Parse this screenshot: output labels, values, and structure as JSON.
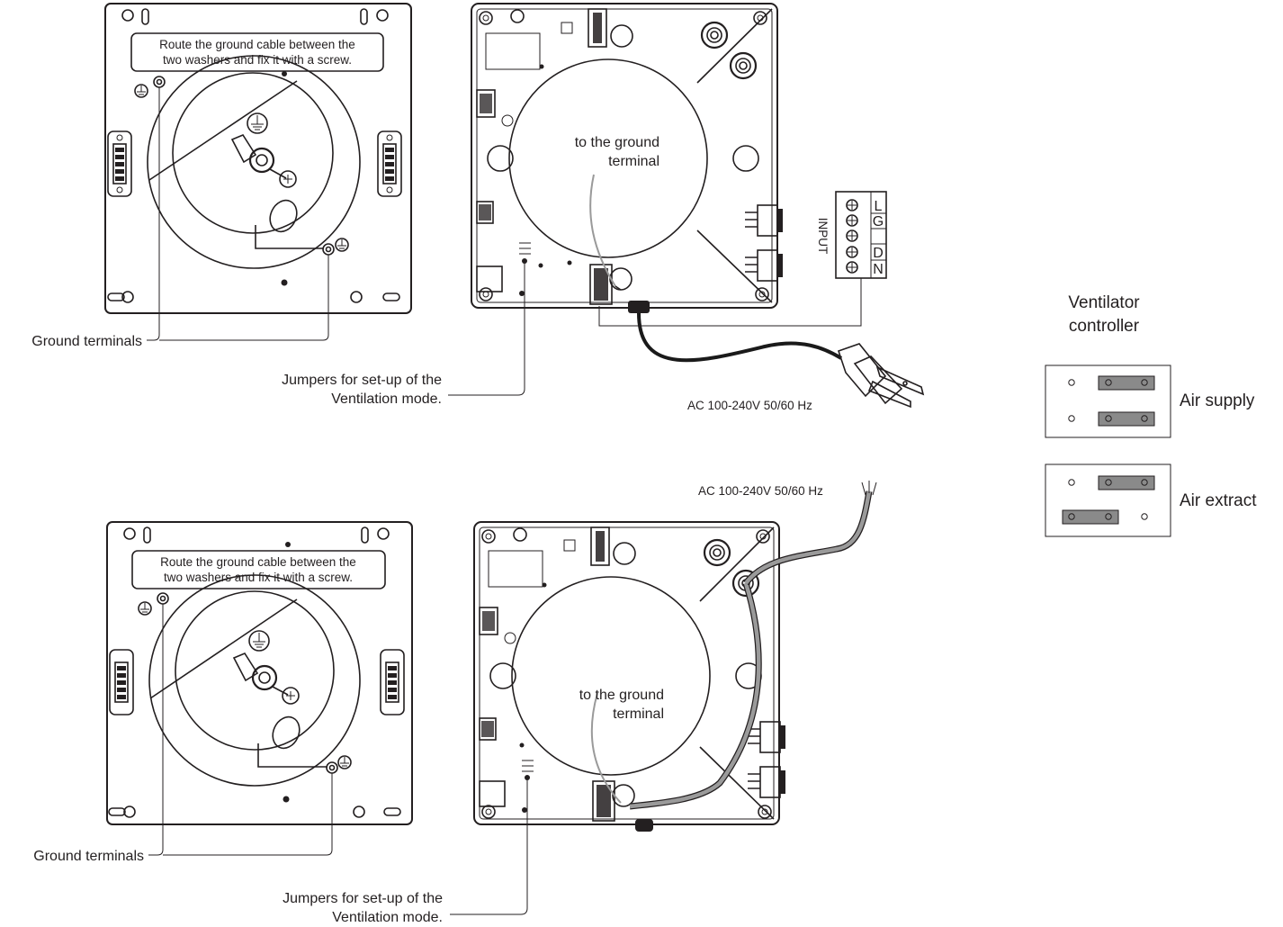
{
  "callouts": {
    "top": {
      "route_note_line1": "Route the ground cable between the",
      "route_note_line2": "two washers and fix it with a screw.",
      "ground_terminals": "Ground terminals",
      "jumpers_line1": "Jumpers for set-up of the",
      "jumpers_line2": "Ventilation mode.",
      "to_ground_line1": "to the ground",
      "to_ground_line2": "terminal",
      "input_label": "INPUT",
      "terminal_letters": [
        "L",
        "G",
        "",
        "D",
        "N"
      ],
      "ac_label": "AC 100-240V 50/60 Hz"
    },
    "bottom": {
      "route_note_line1": "Route the ground cable between the",
      "route_note_line2": "two washers and fix it with a screw.",
      "ground_terminals": "Ground terminals",
      "jumpers_line1": "Jumpers for set-up of the",
      "jumpers_line2": "Ventilation mode.",
      "to_ground_line1": "to the ground",
      "to_ground_line2": "terminal",
      "ac_label": "AC 100-240V 50/60 Hz"
    }
  },
  "legend": {
    "title_line1": "Ventilator",
    "title_line2": "controller",
    "modes": [
      {
        "label": "Air supply"
      },
      {
        "label": "Air extract"
      }
    ]
  },
  "colors": {
    "line": "#231f20",
    "jumper": "#8a8a8a",
    "cable_gray": "#9a9a9a",
    "power_cord": "#1a1a1a"
  }
}
